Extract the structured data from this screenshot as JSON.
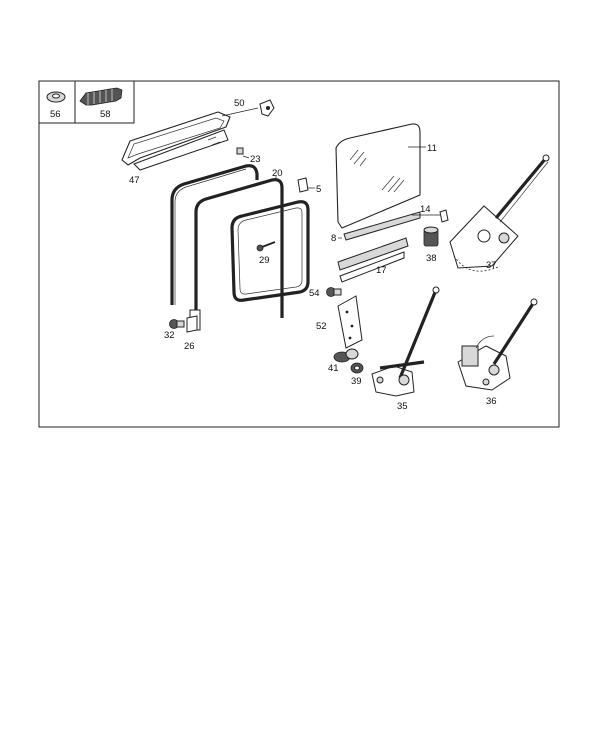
{
  "diagram": {
    "inset_labels": {
      "washer": "56",
      "bellows": "58"
    },
    "callouts": {
      "p50": "50",
      "p47": "47",
      "p23": "23",
      "p20": "20",
      "p5": "5",
      "p29": "29",
      "p11": "11",
      "p14": "14",
      "p8": "8",
      "p17": "17",
      "p38": "38",
      "p37": "37",
      "p54": "54",
      "p52": "52",
      "p41": "41",
      "p39": "39",
      "p35": "35",
      "p36": "36",
      "p32": "32",
      "p26": "26"
    }
  }
}
